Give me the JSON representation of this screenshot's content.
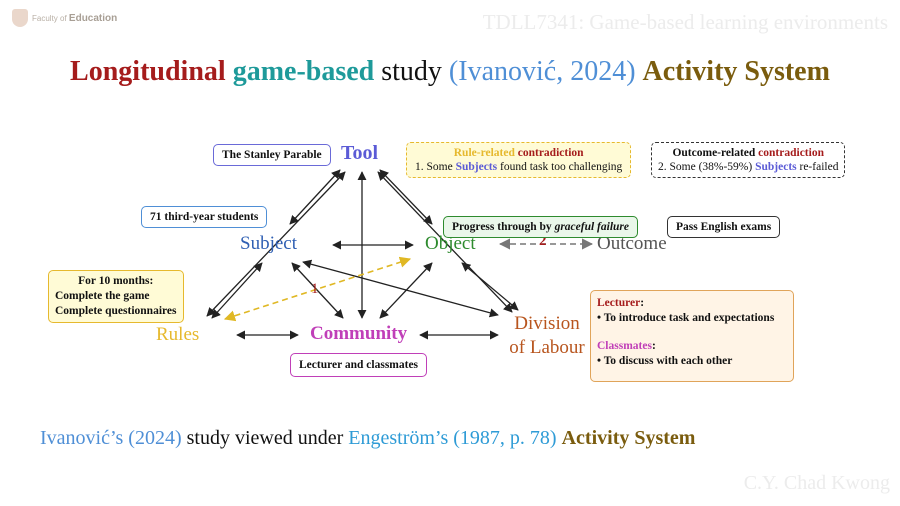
{
  "header": {
    "logo_prefix": "Faculty of",
    "logo_name": "Education",
    "course": "TDLL7341: Game-based learning environments"
  },
  "title": {
    "part1": "Longitudinal",
    "part2": "game-based",
    "part3": "study",
    "part4": "(Ivanović, 2024)",
    "part5": "Activity System"
  },
  "nodes": {
    "tool": "Tool",
    "subject": "Subject",
    "object": "Object",
    "outcome": "Outcome",
    "rules": "Rules",
    "community": "Community",
    "division_line1": "Division",
    "division_line2": "of Labour"
  },
  "edge_labels": {
    "one": "1",
    "two": "2"
  },
  "boxes": {
    "tool_note": "The Stanley Parable",
    "subject_note": "71 third-year students",
    "rules_note": {
      "line1": "For 10 months:",
      "line2": "Complete the game",
      "line3": "Complete questionnaires"
    },
    "community_note": "Lecturer and classmates",
    "object_note": {
      "prefix": "Progress through by ",
      "emph": "graceful failure"
    },
    "outcome_note": "Pass English exams",
    "contradiction1": {
      "head_a": "Rule-related",
      "head_b": "contradiction",
      "line_a": "1. Some",
      "line_b": "Subjects",
      "line_c": "found task too challenging"
    },
    "contradiction2": {
      "head_a": "Outcome-related",
      "head_b": "contradiction",
      "line_a": "2. Some (38%-59%)",
      "line_b": "Subjects",
      "line_c": "re-failed"
    },
    "division_note": {
      "lecturer_label": "Lecturer",
      "colon": ":",
      "lecturer_item": "• To introduce task and expectations",
      "classmates_label": "Classmates",
      "classmates_item": "• To discuss with each other"
    }
  },
  "caption": {
    "part1": "Ivanović’s (2024)",
    "part2": "study viewed under",
    "part3": "Engeström’s (1987, p. 78)",
    "part4": "Activity System"
  },
  "footer": {
    "author": "C.Y. Chad Kwong"
  },
  "colors": {
    "red": "#a51c1c",
    "teal": "#1e9a9a",
    "blue": "#4f8fd6",
    "purple": "#5b5bd6",
    "olive": "#7a5c0e",
    "green": "#2e8b2e",
    "gold": "#e6b92e",
    "magenta": "#c03fb8",
    "orange": "#b8551e"
  }
}
